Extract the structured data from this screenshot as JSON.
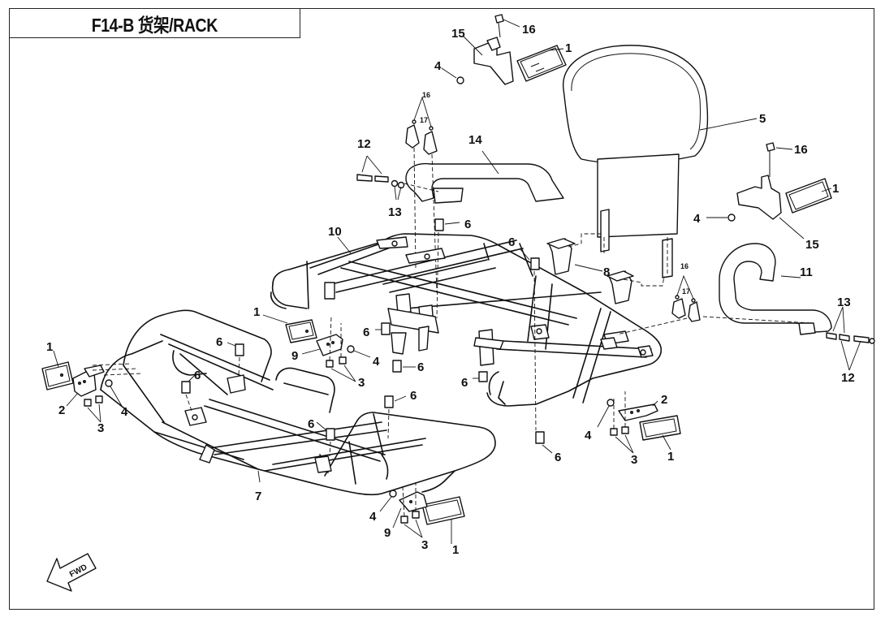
{
  "title": "F14-B 货架/RACK",
  "fwd_label": "FWD",
  "callouts": [
    {
      "name": "callout-16-top",
      "label": "16"
    },
    {
      "name": "callout-15-top",
      "label": "15"
    },
    {
      "name": "callout-1-top",
      "label": "1"
    },
    {
      "name": "callout-4-top",
      "label": "4"
    },
    {
      "name": "callout-5",
      "label": "5"
    },
    {
      "name": "callout-16-right",
      "label": "16"
    },
    {
      "name": "callout-1-right",
      "label": "1"
    },
    {
      "name": "callout-4-right",
      "label": "4"
    },
    {
      "name": "callout-15-right",
      "label": "15"
    },
    {
      "name": "callout-16-small-a",
      "label": "16"
    },
    {
      "name": "callout-17-small-a",
      "label": "17"
    },
    {
      "name": "callout-14",
      "label": "14"
    },
    {
      "name": "callout-12-left",
      "label": "12"
    },
    {
      "name": "callout-13-left",
      "label": "13"
    },
    {
      "name": "callout-6-a",
      "label": "6"
    },
    {
      "name": "callout-10",
      "label": "10"
    },
    {
      "name": "callout-6-b",
      "label": "6"
    },
    {
      "name": "callout-8",
      "label": "8"
    },
    {
      "name": "callout-16-small-b",
      "label": "16"
    },
    {
      "name": "callout-17-small-b",
      "label": "17"
    },
    {
      "name": "callout-11",
      "label": "11"
    },
    {
      "name": "callout-13-right",
      "label": "13"
    },
    {
      "name": "callout-12-right",
      "label": "12"
    },
    {
      "name": "callout-1-mid",
      "label": "1"
    },
    {
      "name": "callout-6-c",
      "label": "6"
    },
    {
      "name": "callout-9-a",
      "label": "9"
    },
    {
      "name": "callout-4-mid",
      "label": "4"
    },
    {
      "name": "callout-3-mid",
      "label": "3"
    },
    {
      "name": "callout-6-d",
      "label": "6"
    },
    {
      "name": "callout-1-left",
      "label": "1"
    },
    {
      "name": "callout-2-left",
      "label": "2"
    },
    {
      "name": "callout-3-left",
      "label": "3"
    },
    {
      "name": "callout-4-left",
      "label": "4"
    },
    {
      "name": "callout-6-e",
      "label": "6"
    },
    {
      "name": "callout-6-f",
      "label": "6"
    },
    {
      "name": "callout-6-g",
      "label": "6"
    },
    {
      "name": "callout-6-h",
      "label": "6"
    },
    {
      "name": "callout-7",
      "label": "7"
    },
    {
      "name": "callout-6-i",
      "label": "6"
    },
    {
      "name": "callout-2-right",
      "label": "2"
    },
    {
      "name": "callout-4-lowright",
      "label": "4"
    },
    {
      "name": "callout-3-right",
      "label": "3"
    },
    {
      "name": "callout-1-lowright",
      "label": "1"
    },
    {
      "name": "callout-6-j",
      "label": "6"
    },
    {
      "name": "callout-4-bottom",
      "label": "4"
    },
    {
      "name": "callout-9-bottom",
      "label": "9"
    },
    {
      "name": "callout-3-bottom",
      "label": "3"
    },
    {
      "name": "callout-1-bottom",
      "label": "1"
    }
  ]
}
